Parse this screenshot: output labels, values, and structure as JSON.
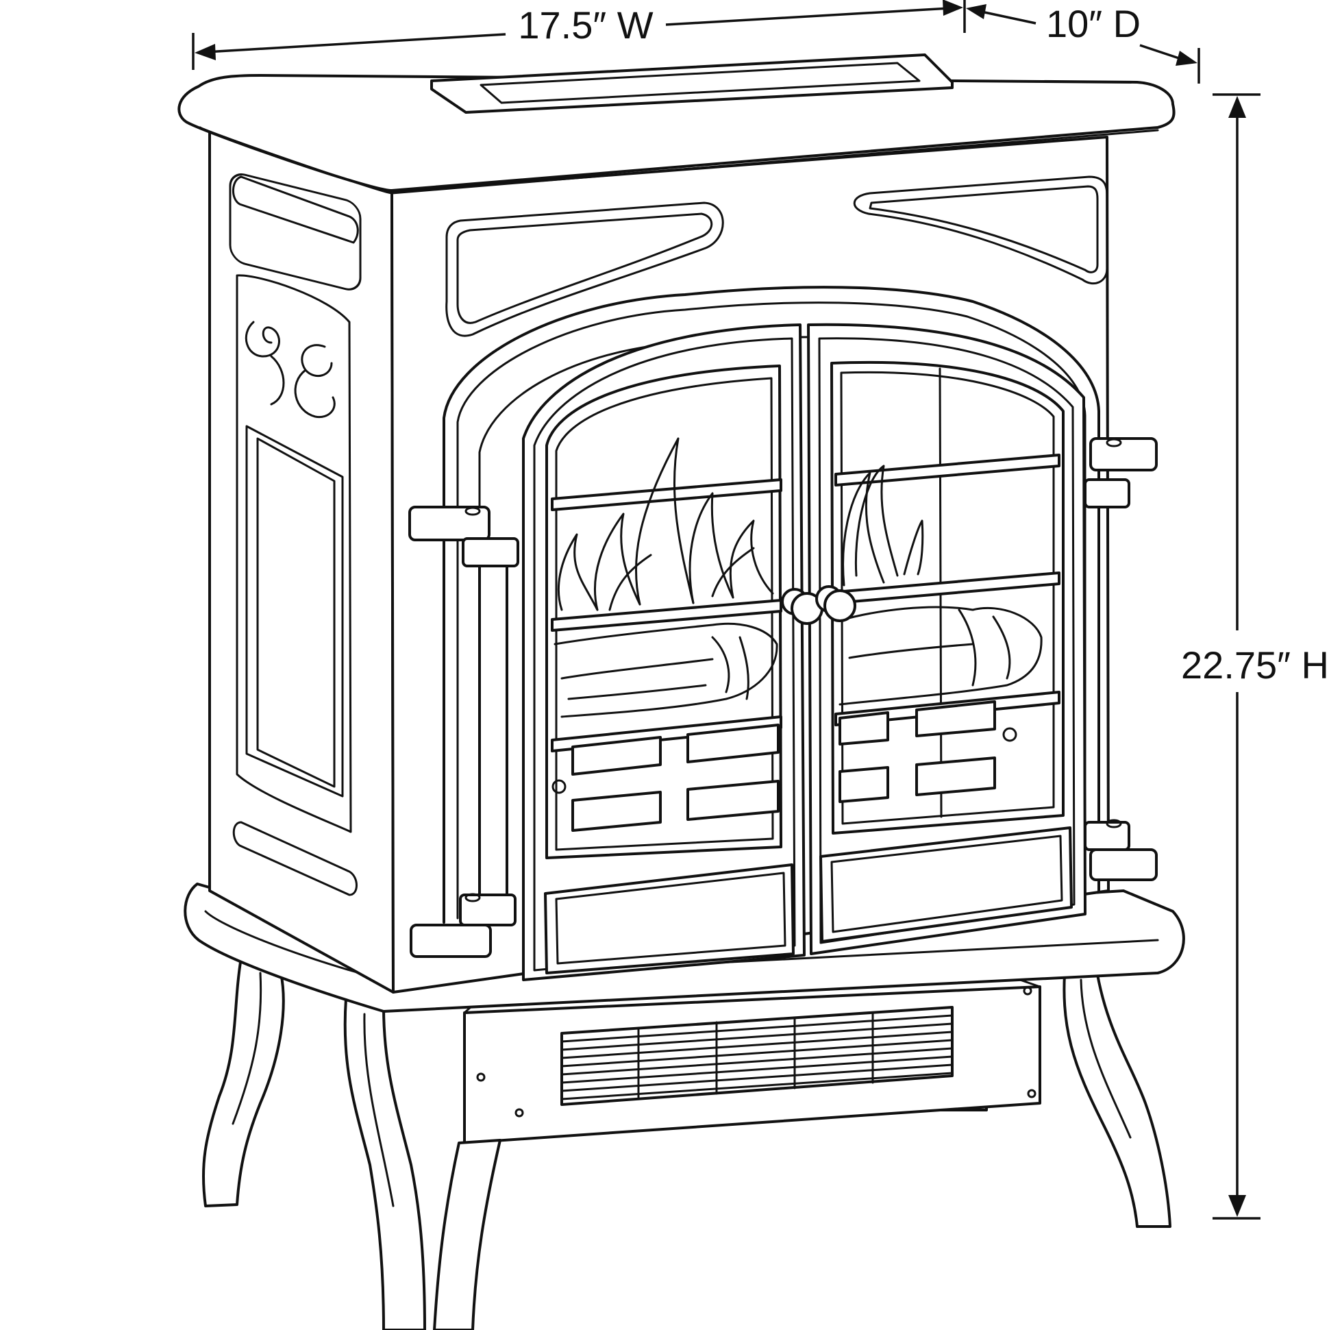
{
  "dimensions": {
    "width": "17.5″ W",
    "depth": "10″ D",
    "height": "22.75″ H"
  },
  "colors": {
    "line": "#111111",
    "background": "#ffffff"
  }
}
